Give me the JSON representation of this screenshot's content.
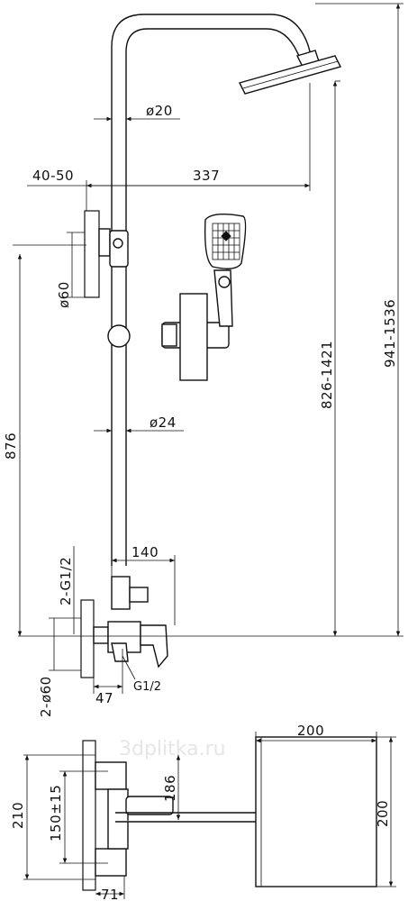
{
  "dimensions": {
    "diam_20": "ø20",
    "h_40_50": "40-50",
    "h_337": "337",
    "diam_60_top": "ø60",
    "diam_24": "ø24",
    "h_876": "876",
    "h_826_1421": "826-1421",
    "h_941_1536": "941-1536",
    "h_140": "140",
    "thread_2_g12": "2-G1/2",
    "diam_2_60": "2-ø60",
    "h_47": "47",
    "thread_g12": "G1/2",
    "h_200_top": "200",
    "h_200_side": "200",
    "h_210": "210",
    "h_150_15": "150±15",
    "h_186": "186",
    "h_71": "71"
  },
  "watermark": "3dplitka.ru"
}
